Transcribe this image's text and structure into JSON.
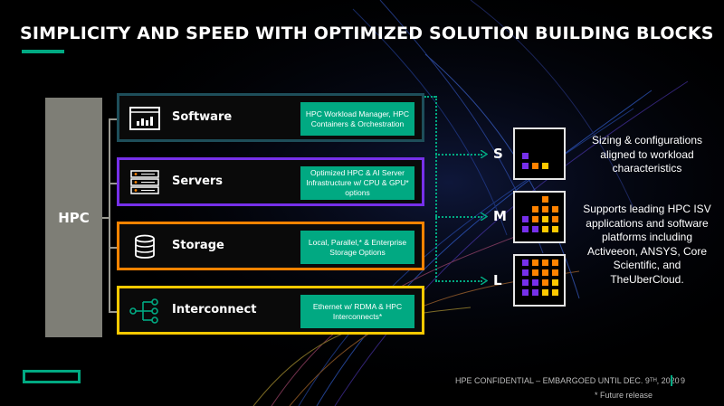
{
  "slide": {
    "title": "SIMPLICITY AND SPEED WITH OPTIMIZED SOLUTION BUILDING BLOCKS",
    "hpc_label": "HPC",
    "accent_color": "#01a982"
  },
  "blocks": [
    {
      "label": "Software",
      "desc": "HPC Workload Manager, HPC Containers & Orchestration",
      "border_color": "#1e4e5a",
      "icon": "dashboard-chart-icon"
    },
    {
      "label": "Servers",
      "desc": "Optimized HPC & AI Server Infrastructure w/ CPU & GPU* options",
      "border_color": "#7630ea",
      "icon": "server-rack-icon"
    },
    {
      "label": "Storage",
      "desc": "Local, Parallel,* & Enterprise Storage Options",
      "border_color": "#ff8300",
      "icon": "database-icon"
    },
    {
      "label": "Interconnect",
      "desc": "Ethernet w/ RDMA & HPC Interconnects*",
      "border_color": "#fec901",
      "icon": "network-nodes-icon"
    }
  ],
  "sizes": [
    {
      "letter": "S"
    },
    {
      "letter": "M"
    },
    {
      "letter": "L"
    }
  ],
  "notes": {
    "sizing": "Sizing & configurations aligned to workload characteristics",
    "support": "Supports leading HPC ISV applications and software platforms including Activeeon, ANSYS, Core Scientific, and TheUberCloud."
  },
  "footer": {
    "confidential": "HPE CONFIDENTIAL – EMBARGOED UNTIL DEC. 9ᵀᴴ, 2020",
    "page_number": "9",
    "future_note": "* Future release"
  }
}
